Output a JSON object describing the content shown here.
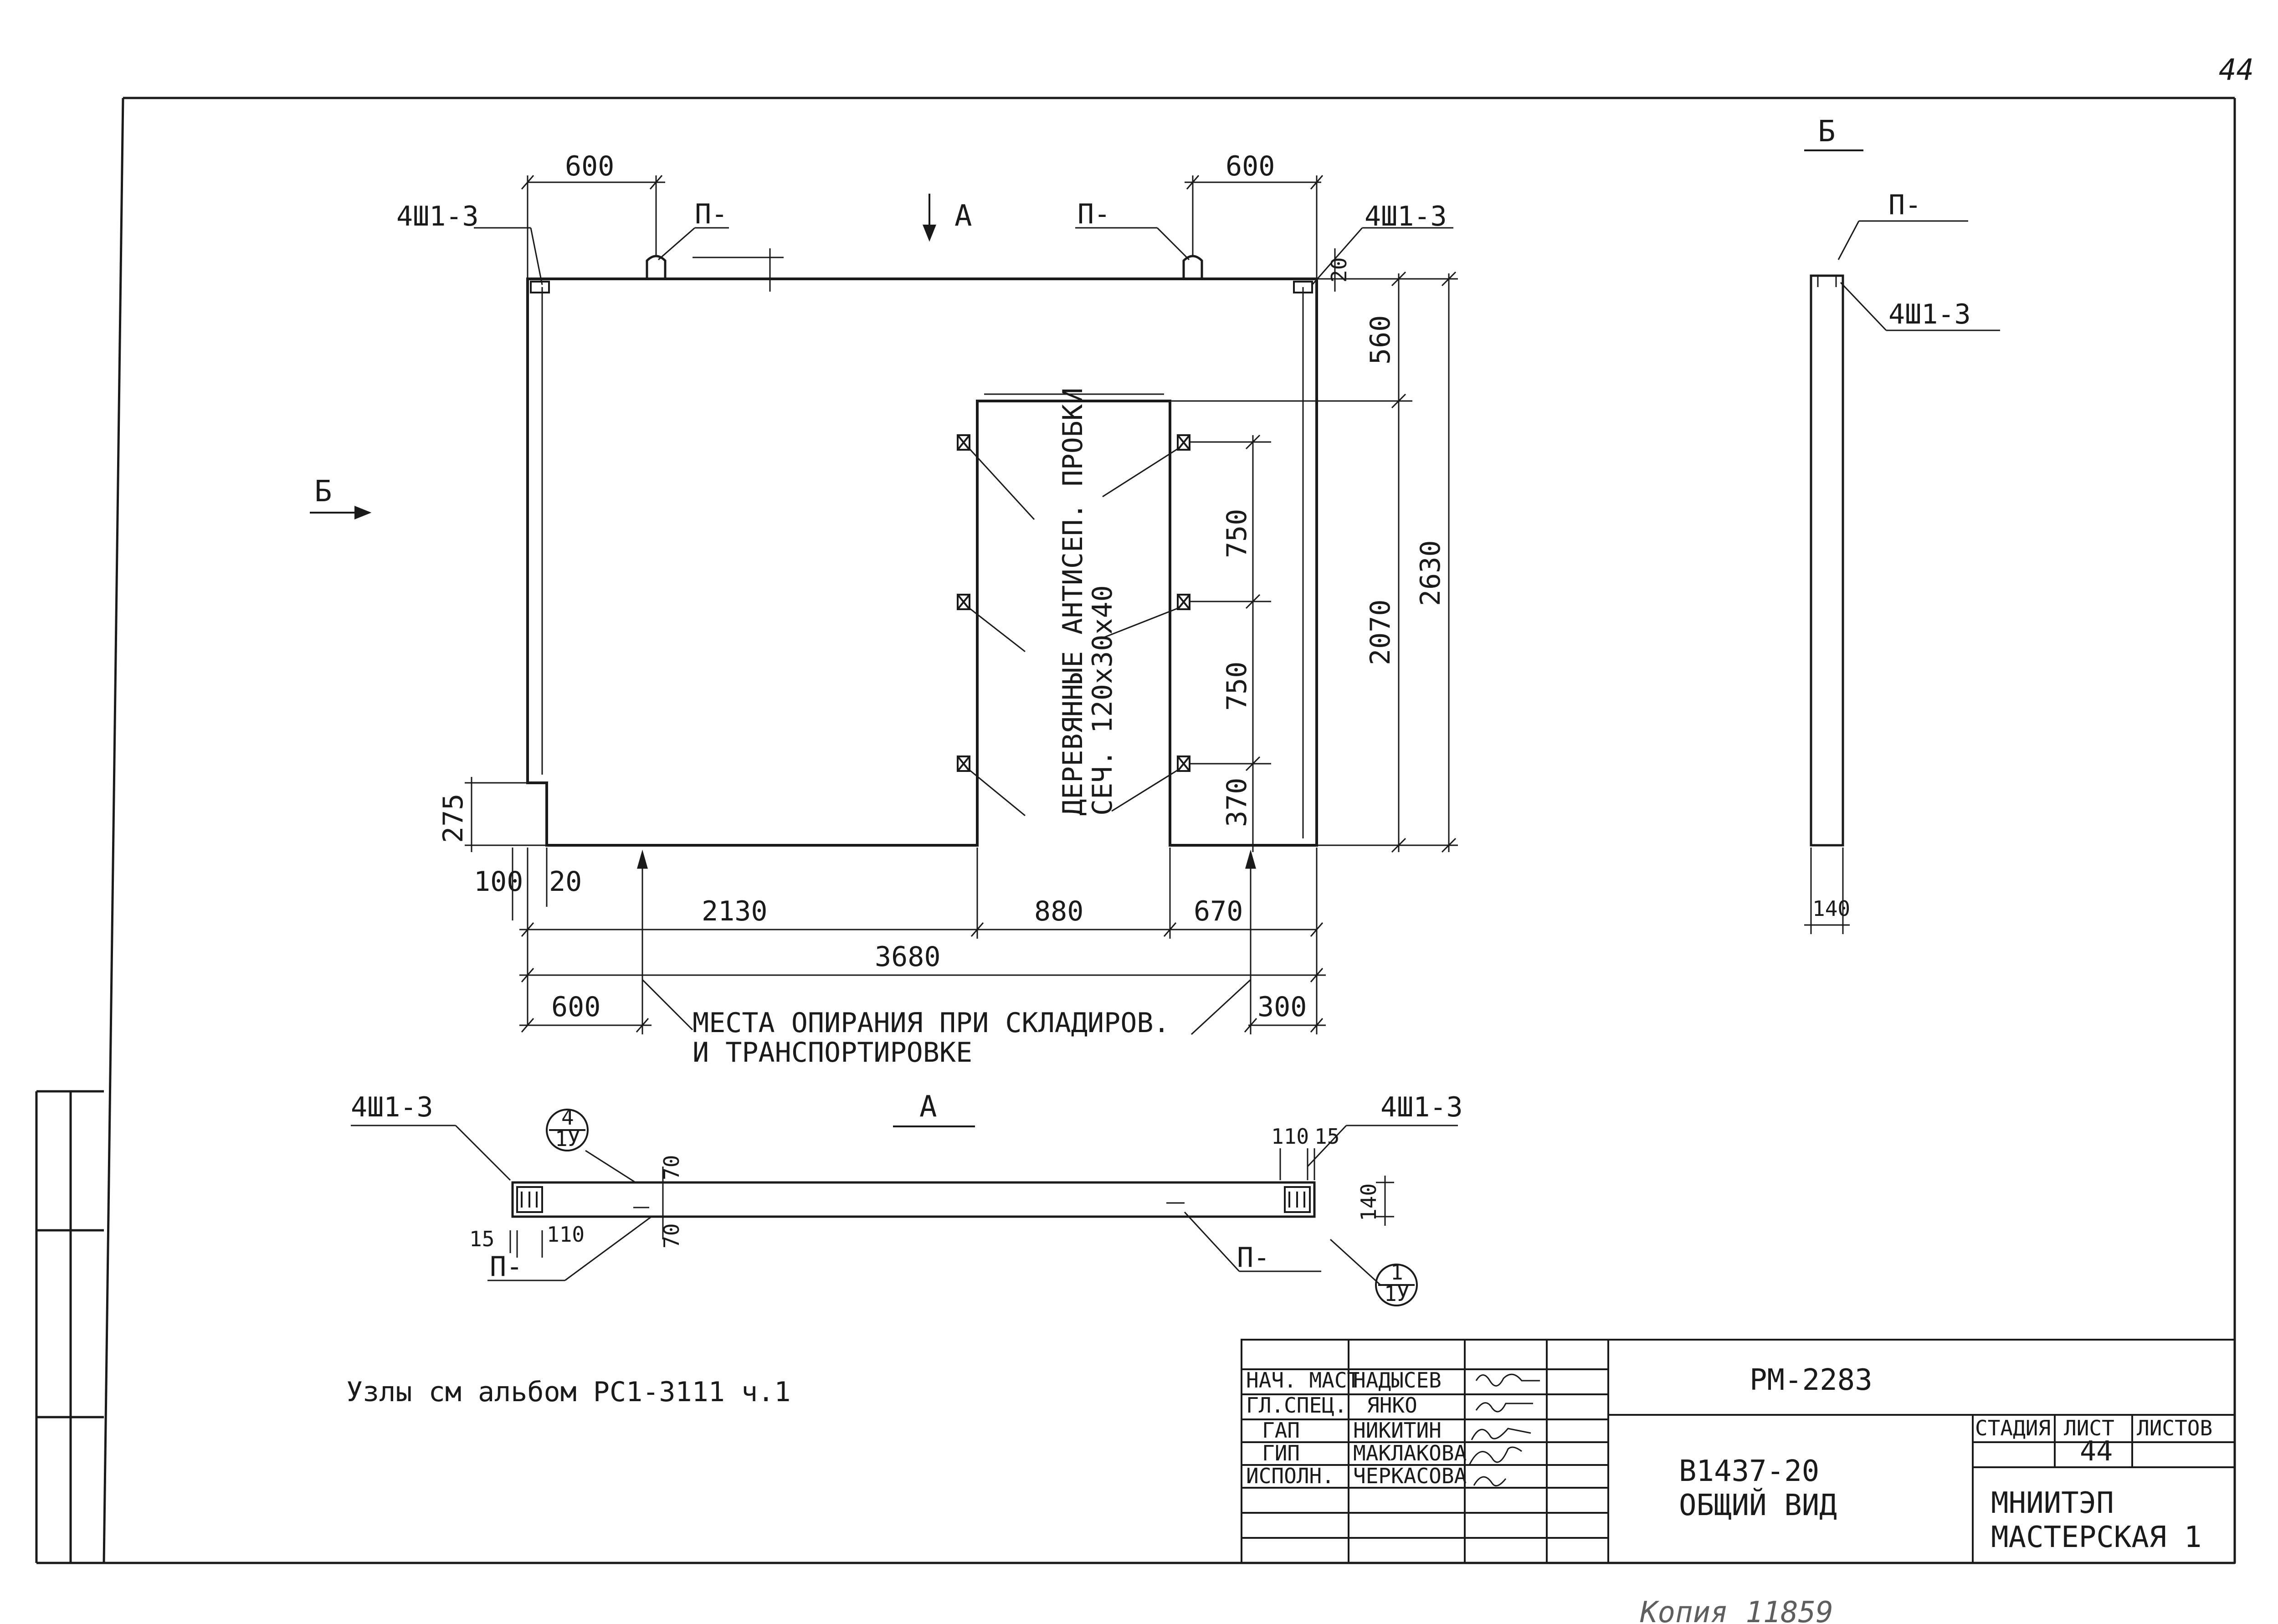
{
  "page": {
    "number": "44"
  },
  "front_view": {
    "marks": {
      "top_left": "4Ш1-3",
      "top_right": "4Ш1-3",
      "loop_left": "П-",
      "loop_right": "П-",
      "section_a": "А",
      "section_b": "Б"
    },
    "dims": {
      "top_left_600": "600",
      "top_right_600": "600",
      "d20_top": "20",
      "d560": "560",
      "d2630": "2630",
      "d2070": "2070",
      "d750_a": "750",
      "d750_b": "750",
      "d370": "370",
      "d275": "275",
      "d100": "100",
      "d20_bottom": "20",
      "d2130": "2130",
      "d880": "880",
      "d670": "670",
      "d3680": "3680",
      "d600_support": "600",
      "d300": "300"
    },
    "plug_note_line1": "ДЕРЕВЯННЫЕ АНТИСЕП. ПРОБКИ",
    "plug_note_line2": "СЕЧ. 120х30х40",
    "support_note_line1": "МЕСТА ОПИРАНИЯ ПРИ СКЛАДИРОВ.",
    "support_note_line2": "И ТРАНСПОРТИРОВКЕ"
  },
  "view_b": {
    "title": "Б",
    "loop": "П-",
    "mark": "4Ш1-3",
    "width": "140"
  },
  "view_a": {
    "title": "А",
    "mark_left": "4Ш1-3",
    "mark_right": "4Ш1-3",
    "node_left_num": "4",
    "node_left_den": "1У",
    "node_right_num": "1",
    "node_right_den": "1У",
    "d70_top": "70",
    "d70_bottom": "70",
    "d15_left": "15",
    "d110_left": "110",
    "d110_right": "110",
    "d15_right": "15",
    "d140": "140",
    "loop_left": "П-",
    "loop_right": "П-"
  },
  "note": "Узлы см альбом РС1-3111 ч.1",
  "title_block": {
    "roles": [
      "НАЧ. МАСТ",
      "ГЛ.СПЕЦ.",
      "ГАП",
      "ГИП",
      "ИСПОЛН."
    ],
    "names": [
      "НАДЫСЕВ",
      "ЯНКО",
      "НИКИТИН",
      "МАКЛАКОВА",
      "ЧЕРКАСОВА"
    ],
    "code": "РМ-2283",
    "product": "В1437-20",
    "sheet_title": "ОБЩИЙ ВИД",
    "stage_label": "СТАДИЯ",
    "sheet_label": "ЛИСТ",
    "sheets_label": "ЛИСТОВ",
    "sheet_value": "44",
    "org_line1": "МНИИТЭП",
    "org_line2": "МАСТЕРСКАЯ 1"
  },
  "footer_handwritten": "Копия 11859"
}
